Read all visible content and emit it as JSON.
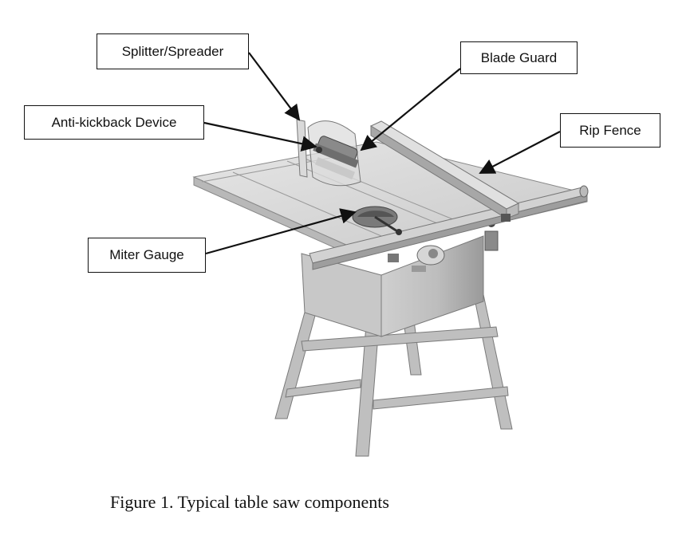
{
  "labels": {
    "splitter": "Splitter/Spreader",
    "blade_guard": "Blade Guard",
    "anti_kickback": "Anti-kickback Device",
    "rip_fence": "Rip Fence",
    "miter_gauge": "Miter Gauge"
  },
  "caption": "Figure 1. Typical table saw components"
}
